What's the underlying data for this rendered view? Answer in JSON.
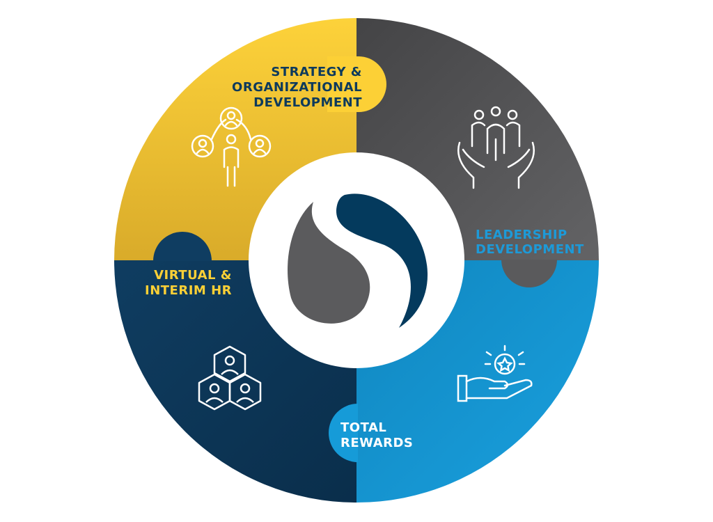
{
  "segments": [
    {
      "id": "strategy",
      "lines": [
        "STRATEGY &",
        "ORGANIZATIONAL",
        "DEVELOPMENT"
      ],
      "color": "#fcd036",
      "text_color": "#0d3a5c",
      "icon": "people-network-icon"
    },
    {
      "id": "leadership",
      "lines": [
        "LEADERSHIP",
        "DEVELOPMENT"
      ],
      "color": "#58585a",
      "text_color": "#1d9ad8",
      "icon": "hands-holding-people-icon"
    },
    {
      "id": "rewards",
      "lines": [
        "TOTAL",
        "REWARDS"
      ],
      "color": "#1597d4",
      "text_color": "#ffffff",
      "icon": "hand-with-star-medal-icon"
    },
    {
      "id": "virtual",
      "lines": [
        "VIRTUAL &",
        "INTERIM HR"
      ],
      "color": "#0d3a5c",
      "text_color": "#fcd036",
      "icon": "hexagon-team-icon"
    }
  ],
  "logo": {
    "gray": "#5b5b5d",
    "navy": "#043a5d"
  }
}
